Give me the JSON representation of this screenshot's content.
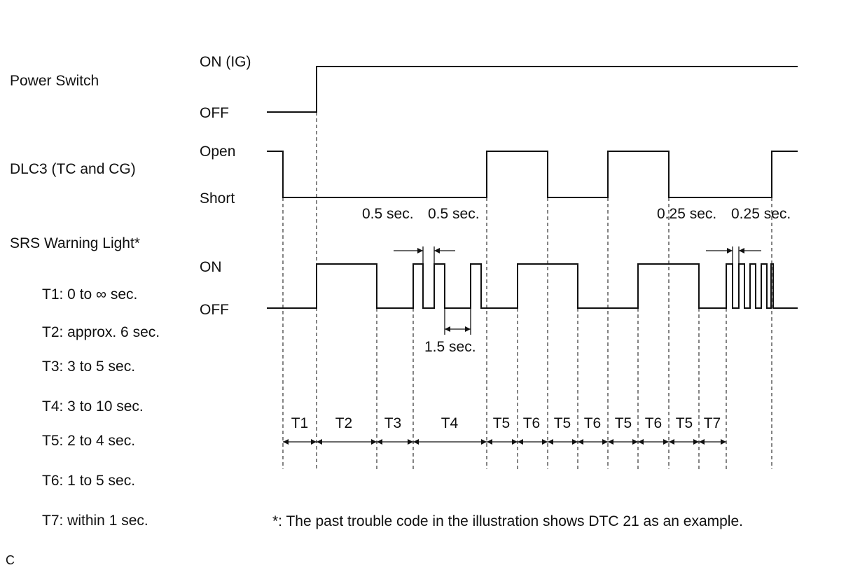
{
  "signals": {
    "power_switch": {
      "label": "Power Switch",
      "high": "ON (IG)",
      "low": "OFF"
    },
    "dlc3": {
      "label": "DLC3 (TC and CG)",
      "high": "Open",
      "low": "Short"
    },
    "srs": {
      "label": "SRS Warning Light*",
      "high": "ON",
      "low": "OFF"
    }
  },
  "intervals": [
    {
      "name": "T1",
      "desc": "T1: 0 to ∞ sec."
    },
    {
      "name": "T2",
      "desc": "T2: approx. 6 sec."
    },
    {
      "name": "T3",
      "desc": "T3: 3 to 5 sec."
    },
    {
      "name": "T4",
      "desc": "T4: 3 to 10 sec."
    },
    {
      "name": "T5",
      "desc": "T5: 2 to 4 sec."
    },
    {
      "name": "T6",
      "desc": "T6: 1 to 5 sec."
    },
    {
      "name": "T7",
      "desc": "T7: within 1 sec."
    }
  ],
  "timing_labels": {
    "half_a": "0.5 sec.",
    "half_b": "0.5 sec.",
    "one_five": "1.5 sec.",
    "quarter_a": "0.25 sec.",
    "quarter_b": "0.25 sec."
  },
  "footnote": "*: The past trouble code in the illustration shows DTC 21 as an example.",
  "corner_mark": "C"
}
